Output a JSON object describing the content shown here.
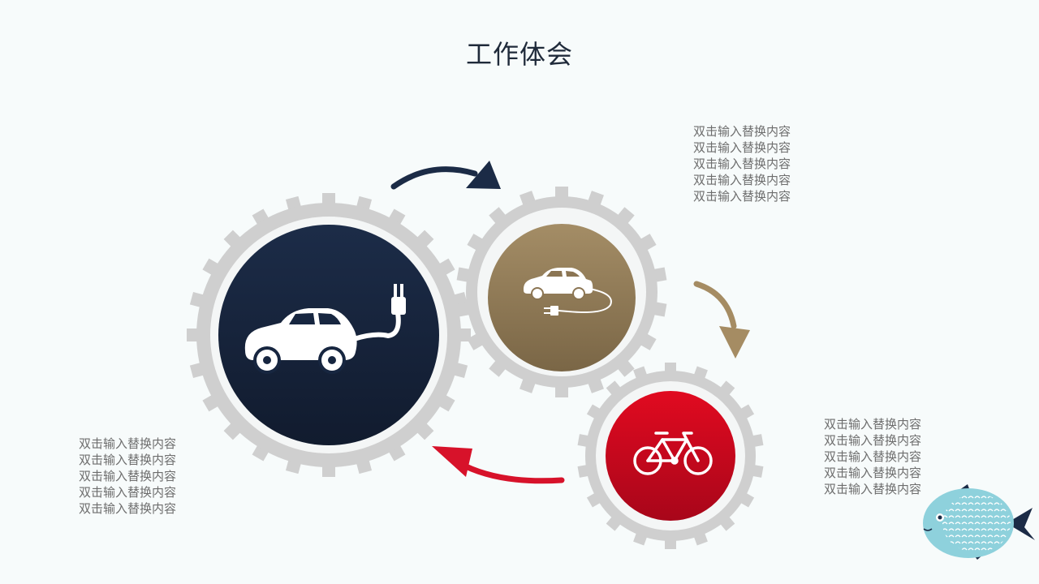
{
  "slide": {
    "title": "工作体会"
  },
  "text_blocks": {
    "top_right": [
      "双击输入替换内容",
      "双击输入替换内容",
      "双击输入替换内容",
      "双击输入替换内容",
      "双击输入替换内容"
    ],
    "right": [
      "双击输入替换内容",
      "双击输入替换内容",
      "双击输入替换内容",
      "双击输入替换内容",
      "双击输入替换内容"
    ],
    "left": [
      "双击输入替换内容",
      "双击输入替换内容",
      "双击输入替换内容",
      "双击输入替换内容",
      "双击输入替换内容"
    ]
  },
  "gears": [
    {
      "icon": "electric-car-plug-icon",
      "color": "#172640"
    },
    {
      "icon": "car-charging-cable-icon",
      "color": "#9a8460"
    },
    {
      "icon": "bicycle-icon",
      "color": "#d0021b"
    }
  ],
  "arrows": [
    {
      "icon": "arrow-navy-icon",
      "color": "#1b2b46"
    },
    {
      "icon": "arrow-tan-icon",
      "color": "#a58c63"
    },
    {
      "icon": "arrow-red-icon",
      "color": "#d7122a"
    }
  ],
  "colors": {
    "gear_gray": "#cfcfcf",
    "background": "#f7fbfb",
    "fish": "#8ed1dc"
  }
}
